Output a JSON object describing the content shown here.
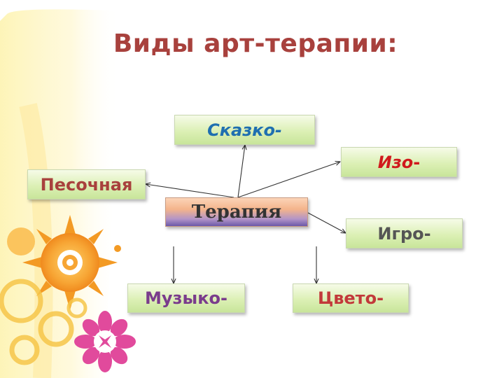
{
  "title": "Виды арт-терапии:",
  "center": {
    "label": "Терапия"
  },
  "nodes": {
    "skazko": {
      "label": "Сказко-",
      "color": "#1f6fb0"
    },
    "izo": {
      "label_main": "Изо",
      "label_suffix": "-",
      "color": "#d0191d"
    },
    "pesochnaya": {
      "label": "Песочная",
      "color": "#a8413d"
    },
    "igro": {
      "label": "Игро-",
      "color": "#555555"
    },
    "muzyko": {
      "label": "Музыко-",
      "color": "#7a3c8c"
    },
    "tsveto": {
      "label": "Цвето-",
      "color": "#c2393a"
    }
  },
  "colors": {
    "title": "#a8413d",
    "node_fill": "#dcf0b5",
    "center_fill_top": "#f4b48b",
    "center_fill_bottom": "#6b59a8",
    "connector": "#333333"
  }
}
